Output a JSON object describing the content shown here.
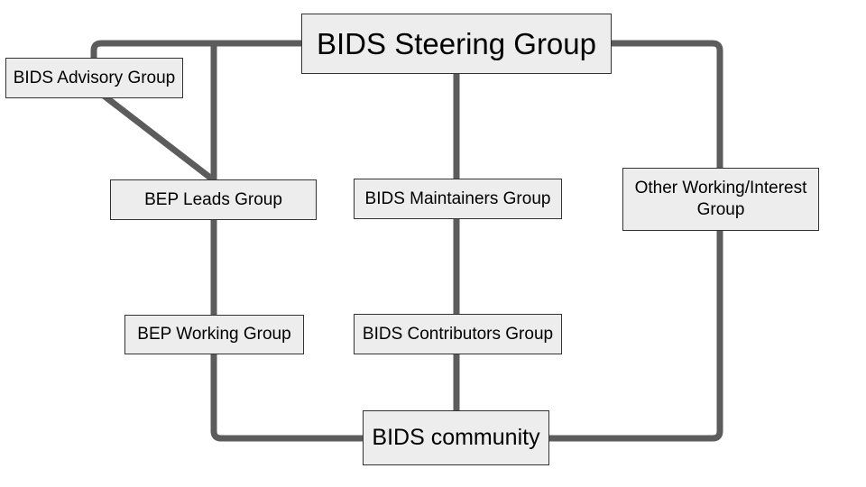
{
  "diagram": {
    "colors": {
      "line": "#5c5c5c",
      "node_fill": "#ededed",
      "node_border": "#333333",
      "text": "#000000",
      "bg": "#ffffff"
    },
    "nodes": {
      "steering": {
        "label": "BIDS Steering Group"
      },
      "advisory": {
        "label": "BIDS Advisory Group"
      },
      "bep_leads": {
        "label": "BEP Leads Group"
      },
      "maintainers": {
        "label": "BIDS Maintainers Group"
      },
      "other_wig": {
        "label": "Other Working/Interest Group"
      },
      "bep_working": {
        "label": "BEP Working Group"
      },
      "contributors": {
        "label": "BIDS Contributors Group"
      },
      "community": {
        "label": "BIDS community"
      }
    },
    "edges": [
      {
        "from": "BIDS Steering Group",
        "to": "BIDS Advisory Group"
      },
      {
        "from": "BIDS Advisory Group",
        "to": "BEP Leads Group"
      },
      {
        "from": "BIDS Steering Group",
        "to": "BEP Leads Group"
      },
      {
        "from": "BIDS Steering Group",
        "to": "BIDS Maintainers Group"
      },
      {
        "from": "BIDS Steering Group",
        "to": "Other Working/Interest Group"
      },
      {
        "from": "BEP Leads Group",
        "to": "BEP Working Group"
      },
      {
        "from": "BIDS Maintainers Group",
        "to": "BIDS Contributors Group"
      },
      {
        "from": "BEP Working Group",
        "to": "BIDS community"
      },
      {
        "from": "BIDS Contributors Group",
        "to": "BIDS community"
      },
      {
        "from": "Other Working/Interest Group",
        "to": "BIDS community"
      }
    ]
  }
}
